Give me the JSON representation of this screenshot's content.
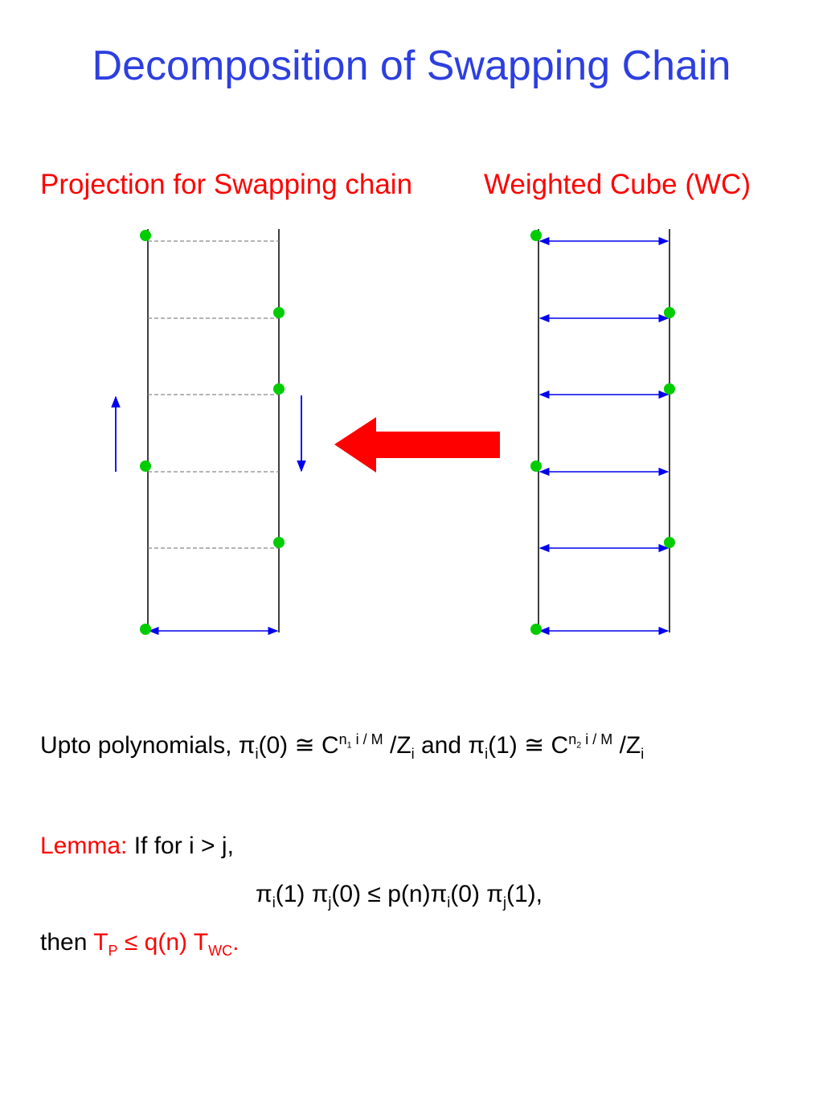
{
  "title": "Decomposition of Swapping Chain",
  "subtitles": {
    "left": "Projection for Swapping chain",
    "right": "Weighted Cube (WC)"
  },
  "colors": {
    "title": "#2d3fe0",
    "emphasis": "#ff0000",
    "node": "#00cc00",
    "arrow": "#0000ee",
    "big_arrow": "#ff0000",
    "dashed": "#888888"
  },
  "diagram": {
    "levels": 6,
    "left_panel": {
      "node_sides": [
        "left",
        "right",
        "right",
        "left",
        "right",
        "left"
      ],
      "side_arrows": [
        "up",
        "down"
      ]
    },
    "center_arrow_direction": "left",
    "right_panel": {
      "node_sides": [
        "left",
        "right",
        "right",
        "left",
        "right",
        "left"
      ]
    }
  },
  "text": {
    "line1": {
      "prefix": "Upto polynomials, π",
      "sub_i": "i",
      "zero": "(0)  ≅ C",
      "sup_n": "n",
      "sup_one": "1",
      "sup_tail": " i / M",
      "mid": " /Z",
      "sub_i2": "i",
      "and": " and π",
      "sub_i3": "i",
      "one": "(1)  ≅ C",
      "sup_n2": "n",
      "sup_two": "2",
      "sup_tail2": " i / M",
      "end": " /Z",
      "sub_i4": "i"
    },
    "lemma": {
      "label": "Lemma:",
      "condition": "  If for i > j,"
    },
    "inequality": {
      "p1": "π",
      "s1": "i",
      "p2": "(1) π",
      "s2": "j",
      "p3": "(0) ≤ p(n)π",
      "s3": "i",
      "p4": "(0) π",
      "s4": "j",
      "p5": "(1),"
    },
    "conclusion": {
      "then": "then  ",
      "t": "T",
      "sub_p": "P",
      "mid": " ≤ q(n) T",
      "sub_wc": "WC",
      "end": "."
    }
  }
}
